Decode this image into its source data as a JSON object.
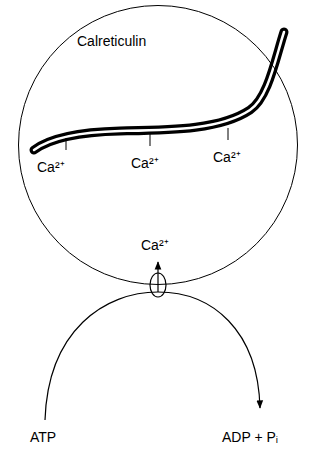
{
  "diagram": {
    "nodes": [
      {
        "text": [
          "Calreticulin",
          "Ca²⁺",
          "Ca²⁺",
          "Ca²⁺",
          "Ca²⁺"
        ]
      }
    ],
    "labels": [
      "ATP",
      "ADP + Pᵢ"
    ]
  }
}
